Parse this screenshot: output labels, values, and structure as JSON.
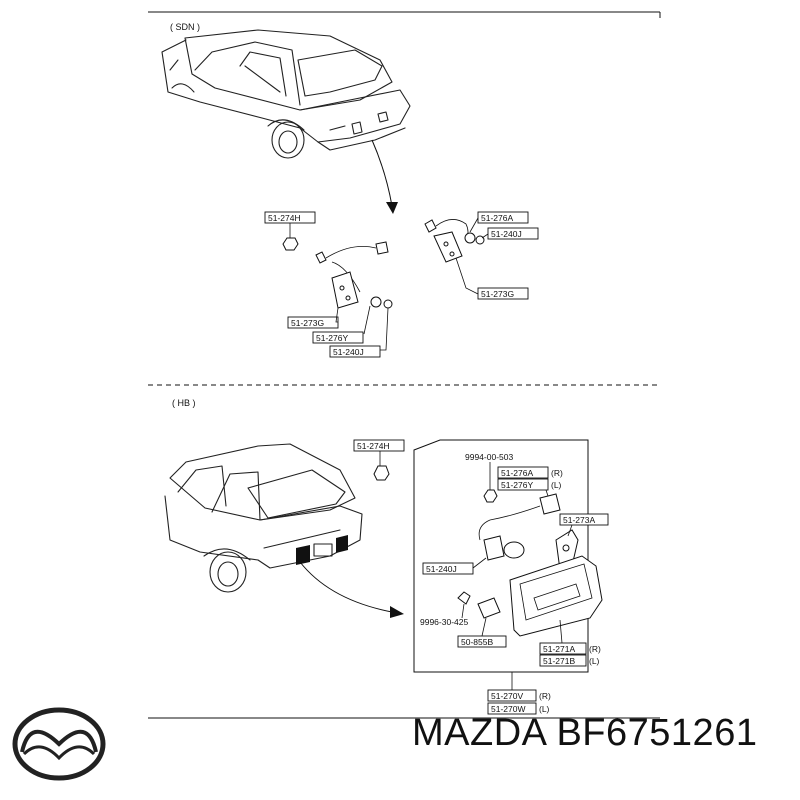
{
  "sections": {
    "sdn": "( SDN )",
    "hb": "( HB )"
  },
  "sdn_parts": {
    "p1": "51-274H",
    "p2": "51-276A",
    "p3": "51-240J",
    "p4": "51-273G",
    "p5": "51-273G",
    "p6": "51-276Y",
    "p7": "51-240J"
  },
  "hb_parts": {
    "p1": "51-274H",
    "p2": "9994-00-503",
    "p3": "51-276A",
    "p3_side": "(R)",
    "p4": "51-276Y",
    "p4_side": "(L)",
    "p5": "51-273A",
    "p6": "51-240J",
    "p7": "9996-30-425",
    "p8": "50-855B",
    "p9": "51-271A",
    "p9_side": "(R)",
    "p10": "51-271B",
    "p10_side": "(L)",
    "p11": "51-270V",
    "p11_side": "(R)",
    "p12": "51-270W",
    "p12_side": "(L)"
  },
  "brand": {
    "logo": "mazda-logo",
    "caption": "MAZDA BF6751261"
  }
}
